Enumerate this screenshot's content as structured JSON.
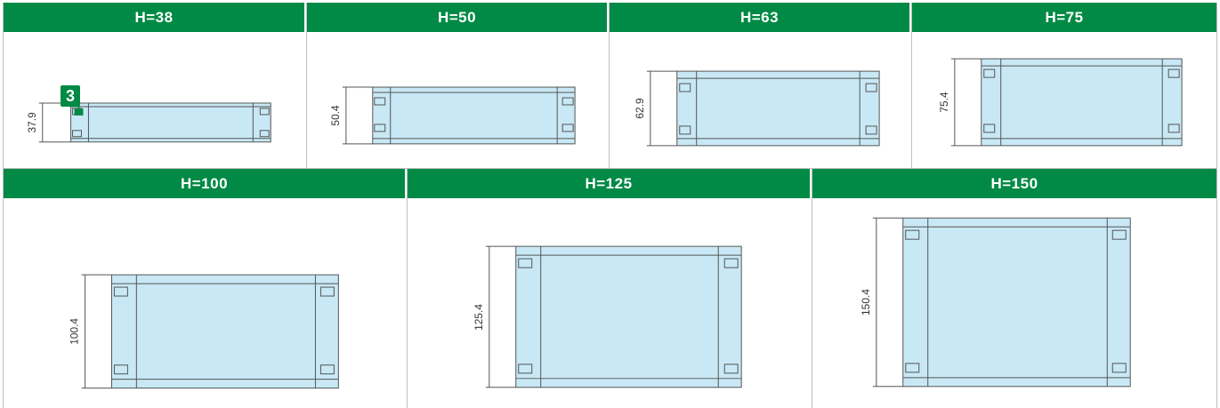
{
  "panels": [
    {
      "header": "H=38",
      "dim": "37.9"
    },
    {
      "header": "H=50",
      "dim": "50.4"
    },
    {
      "header": "H=63",
      "dim": "62.9"
    },
    {
      "header": "H=75",
      "dim": "75.4"
    },
    {
      "header": "H=100",
      "dim": "100.4"
    },
    {
      "header": "H=125",
      "dim": "125.4"
    },
    {
      "header": "H=150",
      "dim": "150.4"
    }
  ],
  "callout": "3",
  "colors": {
    "header_bg": "#008a45",
    "fill": "#c8e8f5",
    "stroke": "#555555"
  }
}
